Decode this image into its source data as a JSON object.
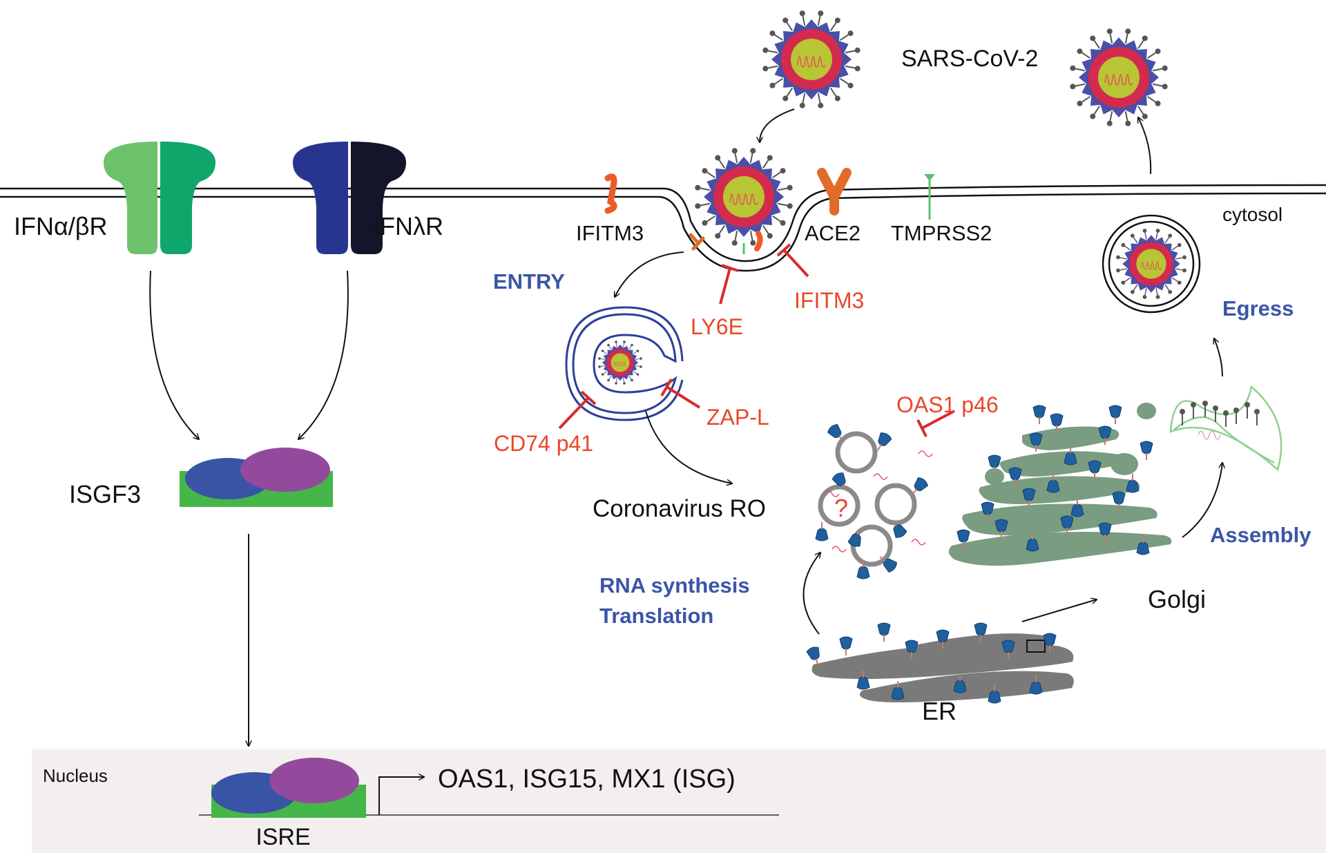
{
  "receptors": {
    "ifn_ab": "IFNα/βR",
    "ifn_l": "IFNλR"
  },
  "complex": {
    "isgf3": "ISGF3"
  },
  "nucleus": {
    "label": "Nucleus",
    "isre": "ISRE",
    "genes": "OAS1, ISG15, MX1 (ISG)"
  },
  "virus": {
    "name": "SARS-CoV-2"
  },
  "membrane_proteins": {
    "ifitm3_membrane": "IFITM3",
    "ace2": "ACE2",
    "tmprss2": "TMPRSS2",
    "cytosol": "cytosol"
  },
  "restriction_factors": {
    "ly6e": "LY6E",
    "ifitm3": "IFITM3",
    "cd74": "CD74 p41",
    "zapl": "ZAP-L",
    "oas1": "OAS1 p46"
  },
  "stages": {
    "entry": "ENTRY",
    "rna_synthesis": "RNA synthesis",
    "translation": "Translation",
    "assembly": "Assembly",
    "egress": "Egress"
  },
  "organelles": {
    "ro": "Coronavirus RO",
    "ro_unknown": "?",
    "golgi": "Golgi",
    "er": "ER"
  },
  "colors": {
    "receptor_ab_left": "#6cc26a",
    "receptor_ab_right": "#0fa66b",
    "receptor_l_left": "#27358f",
    "receptor_l_right": "#14142a",
    "isgf3_base": "#45b649",
    "isgf3_blue": "#3954a5",
    "isgf3_purple": "#944a9c",
    "virus_spike": "#4a4fa8",
    "virus_envelope": "#d42a4e",
    "virus_core": "#b8c534",
    "restriction_red": "#d92b2b",
    "stage_blue": "#3b55a8",
    "golgi_green": "#7a9c80",
    "er_gray": "#7a7a7a",
    "nucleus_bg": "#f2efee"
  }
}
